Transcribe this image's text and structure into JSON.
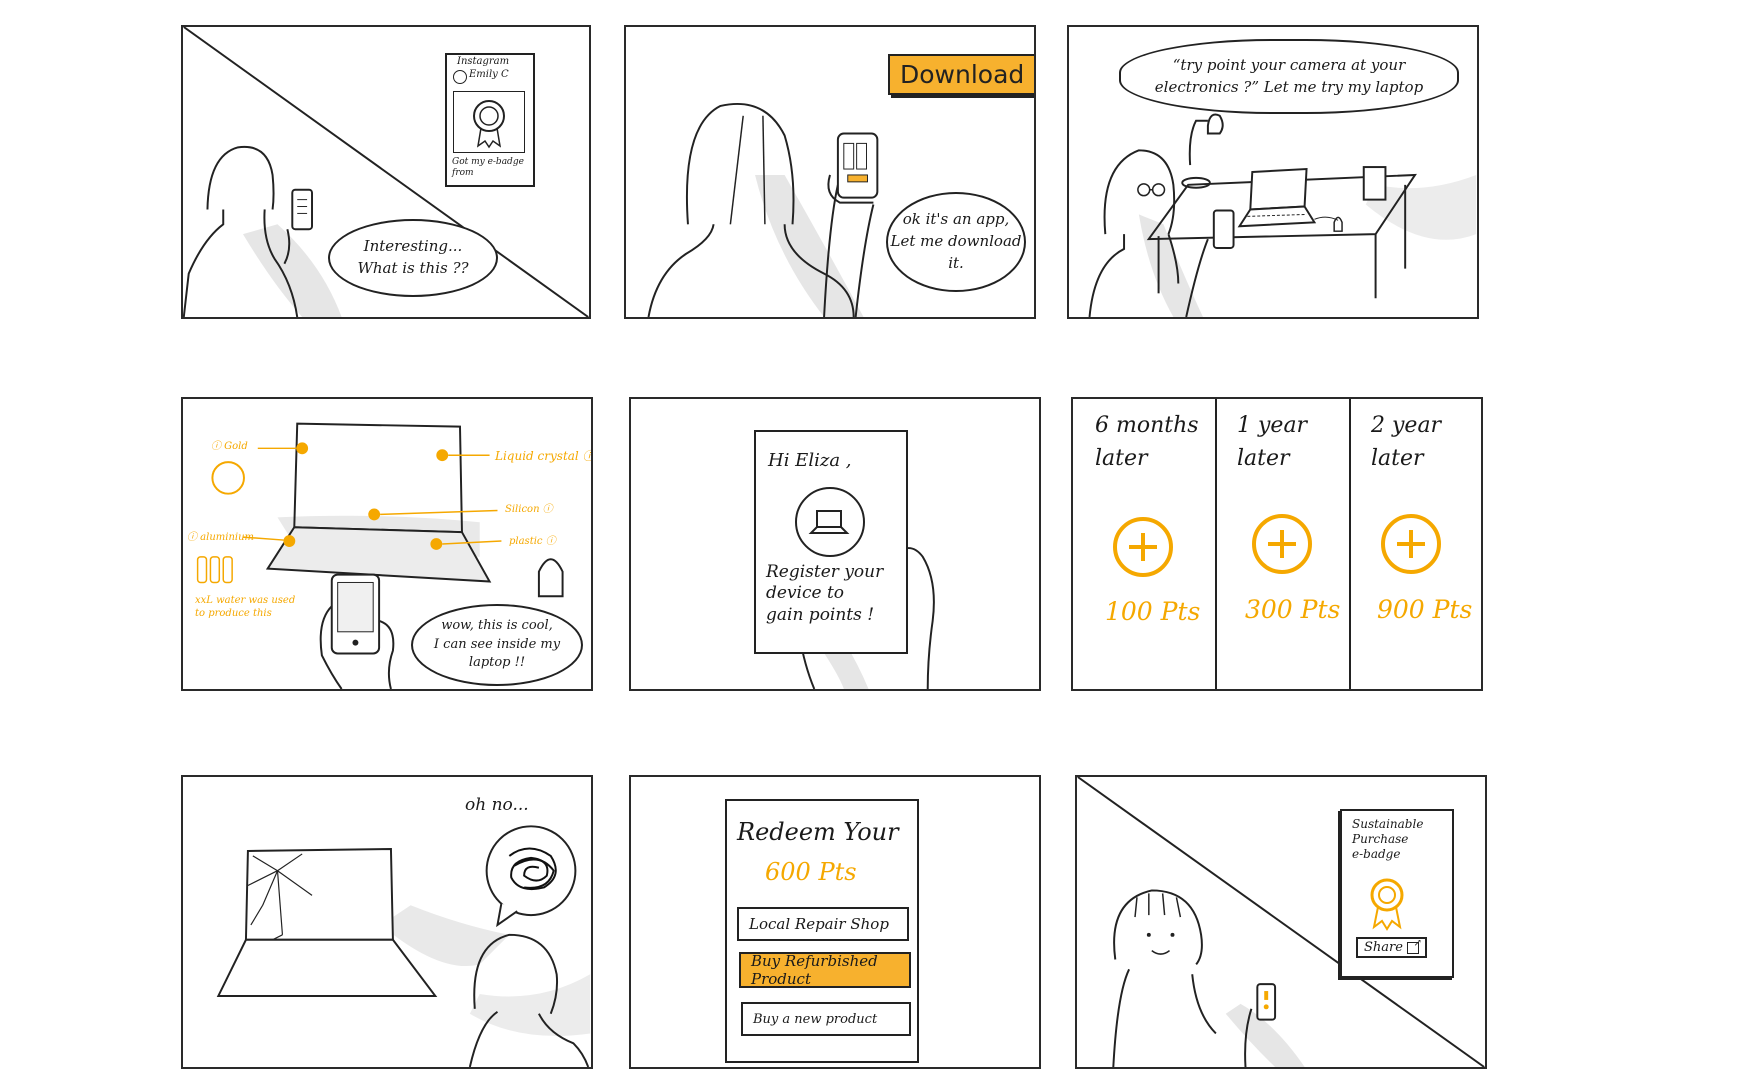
{
  "panel1": {
    "instagram_title": "Instagram",
    "user": "Emily C",
    "caption": "Got my e-badge from",
    "speech": "Interesting...\nWhat is this ??"
  },
  "panel2": {
    "download_label": "Download",
    "speech": "ok it's an app,\nLet me download\nit."
  },
  "panel3": {
    "speech": "“try point your camera at your\nelectronics ?” Let me try my laptop"
  },
  "panel4": {
    "labels": {
      "gold": "ⓘ Gold",
      "liquid_crystal": "Liquid crystal ⓘ",
      "silicon": "Silicon ⓘ",
      "aluminium": "ⓘ aluminium",
      "plastic": "plastic ⓘ",
      "water_note": "xxL water was used\nto produce this"
    },
    "speech": "wow, this is cool,\nI can see inside my\nlaptop !!"
  },
  "panel5": {
    "greeting": "Hi Eliza ,",
    "message": "Register your\ndevice to\ngain points !"
  },
  "panel6": {
    "columns": [
      {
        "title": "6 months\nlater",
        "points": "100 Pts"
      },
      {
        "title": "1 year\nlater",
        "points": "300 Pts"
      },
      {
        "title": "2 year\nlater",
        "points": "900 Pts"
      }
    ],
    "accent_color": "#F5A800"
  },
  "panel7": {
    "speech": "oh no..."
  },
  "panel8": {
    "title": "Redeem Your",
    "points": "600 Pts",
    "options": [
      {
        "label": "Local Repair Shop"
      },
      {
        "label": "Buy Refurbished Product"
      },
      {
        "label": "Buy a new product"
      }
    ],
    "selected_index": 1
  },
  "panel9": {
    "badge_title": "Sustainable\nPurchase\ne-badge",
    "share_label": "Share"
  }
}
